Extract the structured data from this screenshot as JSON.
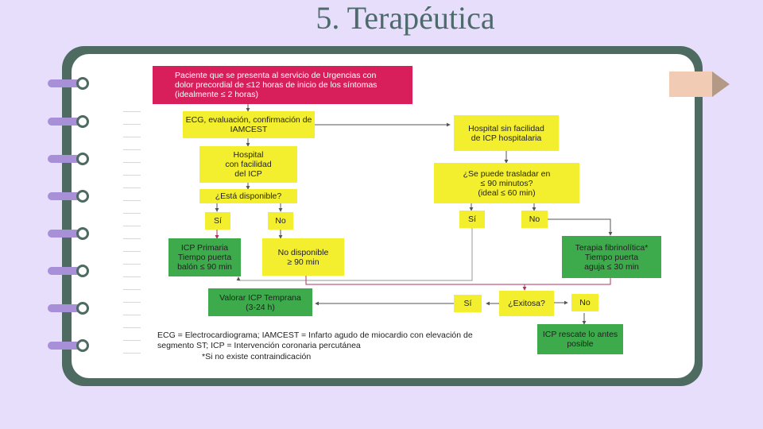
{
  "title": "5. Terapéutica",
  "flowchart": {
    "start": "Paciente que se presenta al servicio de Urgencias con\ndolor precordial de ≤12 horas de inicio de los síntomas\n(idealmente ≤ 2 horas)",
    "ecg": "ECG, evaluación, confirmación de\nIAMCEST",
    "hosp_con": "Hospital\ncon facilidad\ndel ICP",
    "disponible": "¿Está disponible?",
    "si1": "Sí",
    "no1": "No",
    "icp_primaria": "ICP Primaria\nTiempo puerta\nbalón ≤ 90 min",
    "no_disponible": "No disponible\n≥ 90 min",
    "hosp_sin": "Hospital sin facilidad\nde ICP hospitalaria",
    "trasladar": "¿Se puede trasladar en\n≤ 90 minutos?\n(ideal ≤ 60 min)",
    "si2": "Sí",
    "no2": "No",
    "fibrinolitica": "Terapia fibrinolítica*\nTiempo puerta\naguja ≤ 30 min",
    "exitosa": "¿Exitosa?",
    "si3": "Sí",
    "no3": "No",
    "valorar": "Valorar ICP Temprana\n(3-24 h)",
    "rescate": "ICP rescate lo antes\nposible"
  },
  "legend": {
    "line1": "ECG = Electrocardiograma; IAMCEST = Infarto agudo de miocardio con elevación de",
    "line2": "segmento ST; ICP = Intervención coronaria percutánea",
    "line3": "*Si no existe contraindicación"
  },
  "colors": {
    "magenta": "#d81f5c",
    "yellow": "#f4ef2e",
    "green": "#3daa4b",
    "notebook": "#4d6b60",
    "background": "#e6defa"
  }
}
